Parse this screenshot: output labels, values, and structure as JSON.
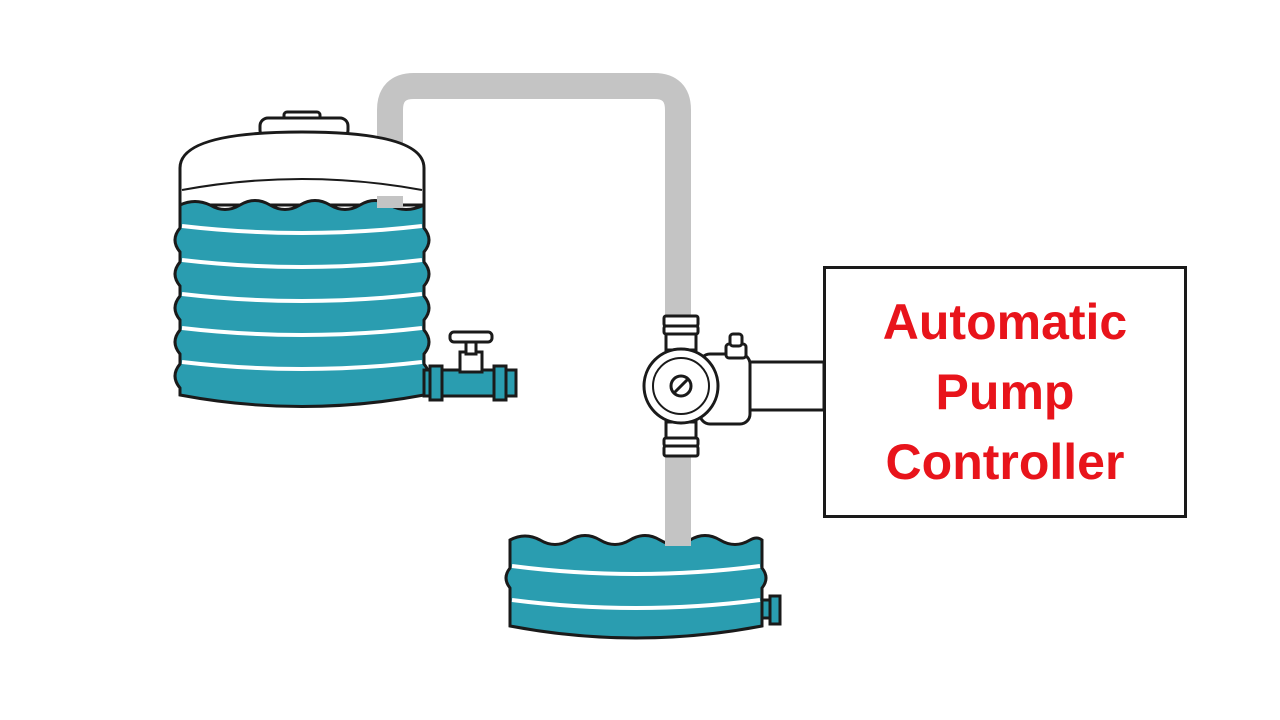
{
  "controller": {
    "lines": [
      "Automatic",
      "Pump",
      "Controller"
    ]
  },
  "colors": {
    "water": "#2a9db0",
    "water_stripe": "#ffffff",
    "pipe": "#c4c4c4",
    "outline": "#1a1a1a",
    "label": "#e8141b",
    "background": "#ffffff"
  },
  "icons": [
    "overhead-tank-icon",
    "sump-tank-icon",
    "pump-icon",
    "valve-icon",
    "pipe-icon"
  ]
}
